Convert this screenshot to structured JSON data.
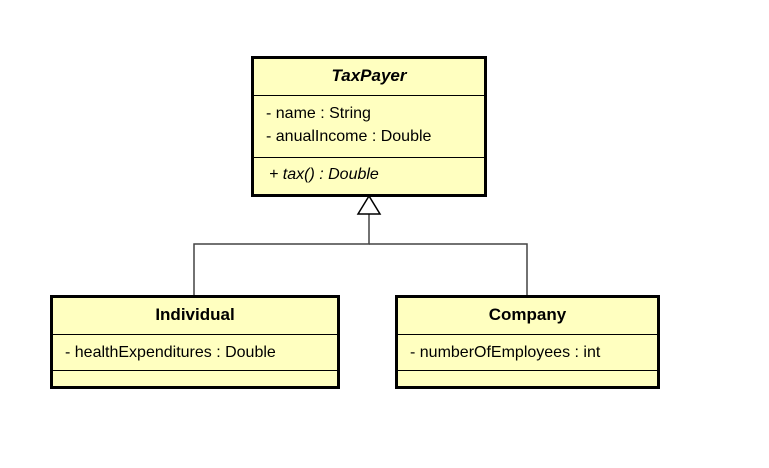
{
  "diagram": {
    "classes": {
      "taxpayer": {
        "name": "TaxPayer",
        "abstract": true,
        "attributes": [
          "- name : String",
          "- anualIncome : Double"
        ],
        "operations": [
          "+ tax() : Double"
        ]
      },
      "individual": {
        "name": "Individual",
        "abstract": false,
        "attributes": [
          "- healthExpenditures : Double"
        ],
        "operations": []
      },
      "company": {
        "name": "Company",
        "abstract": false,
        "attributes": [
          "- numberOfEmployees : int"
        ],
        "operations": []
      }
    },
    "relationships": [
      {
        "type": "generalization",
        "from": "Individual",
        "to": "TaxPayer"
      },
      {
        "type": "generalization",
        "from": "Company",
        "to": "TaxPayer"
      }
    ],
    "colors": {
      "class_fill": "#ffffc0",
      "border": "#000000",
      "connector": "#444444"
    }
  }
}
